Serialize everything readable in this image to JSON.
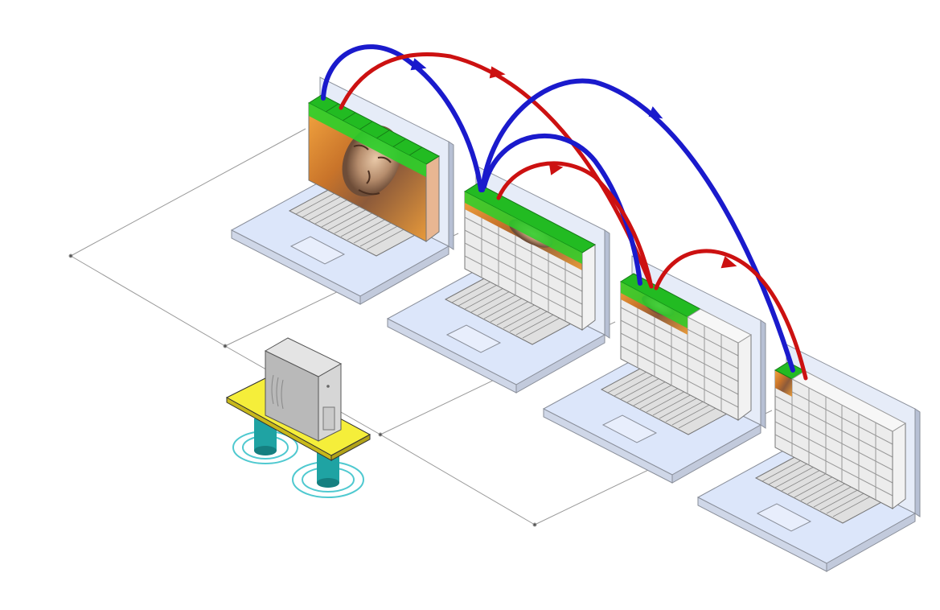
{
  "diagram": {
    "laptops": [
      {
        "id": "laptop-1",
        "screen_cols": 7,
        "screen_rows": 6,
        "image_fill": 1.0
      },
      {
        "id": "laptop-2",
        "screen_cols": 7,
        "screen_rows": 6,
        "image_fill": 0.5
      },
      {
        "id": "laptop-3",
        "screen_cols": 7,
        "screen_rows": 6,
        "image_fill": 0.3
      },
      {
        "id": "laptop-4",
        "screen_cols": 7,
        "screen_rows": 6,
        "image_fill": 0.1
      }
    ],
    "colors": {
      "arrow_blue": "#1a1acc",
      "arrow_red": "#cc1111",
      "green_bar": "#22bb22",
      "server_table": "#f5ee3a",
      "server_legs": "#1fa3a3",
      "laptop_body": "#dce6fa",
      "laptop_outline": "#8a8f9a",
      "grid_cell": "#ececec",
      "image_tone": "#d9782a"
    }
  }
}
